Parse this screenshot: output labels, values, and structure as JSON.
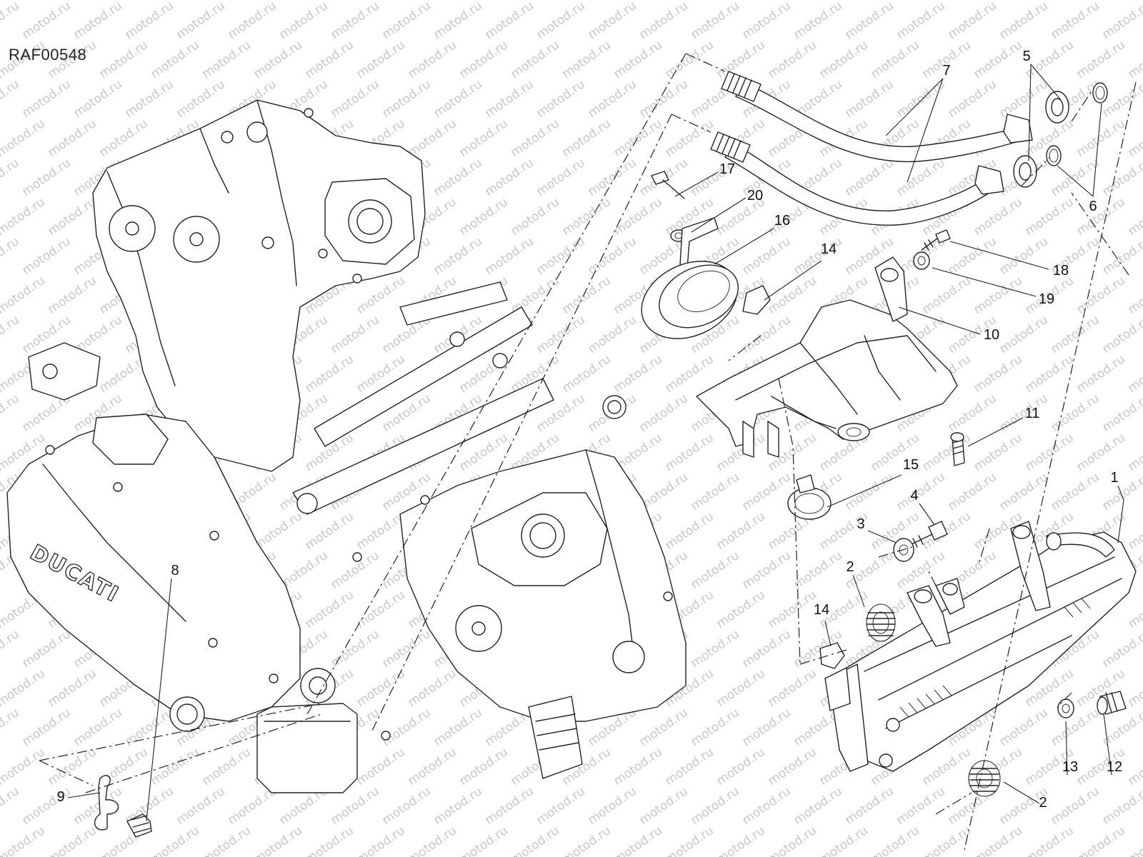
{
  "diagram": {
    "drawing_code": "RAF00548",
    "watermark_text": "motod.ru",
    "engine_brand_text": "DUCATI",
    "callouts": [
      {
        "id": "c1",
        "label": "1"
      },
      {
        "id": "c2a",
        "label": "2"
      },
      {
        "id": "c2b",
        "label": "2"
      },
      {
        "id": "c3",
        "label": "3"
      },
      {
        "id": "c4",
        "label": "4"
      },
      {
        "id": "c5",
        "label": "5"
      },
      {
        "id": "c6",
        "label": "6"
      },
      {
        "id": "c7",
        "label": "7"
      },
      {
        "id": "c8",
        "label": "8"
      },
      {
        "id": "c9",
        "label": "9"
      },
      {
        "id": "c10",
        "label": "10"
      },
      {
        "id": "c11",
        "label": "11"
      },
      {
        "id": "c12",
        "label": "12"
      },
      {
        "id": "c13",
        "label": "13"
      },
      {
        "id": "c14a",
        "label": "14"
      },
      {
        "id": "c14b",
        "label": "14"
      },
      {
        "id": "c15",
        "label": "15"
      },
      {
        "id": "c16",
        "label": "16"
      },
      {
        "id": "c17",
        "label": "17"
      },
      {
        "id": "c18",
        "label": "18"
      },
      {
        "id": "c19",
        "label": "19"
      },
      {
        "id": "c20",
        "label": "20"
      }
    ]
  }
}
